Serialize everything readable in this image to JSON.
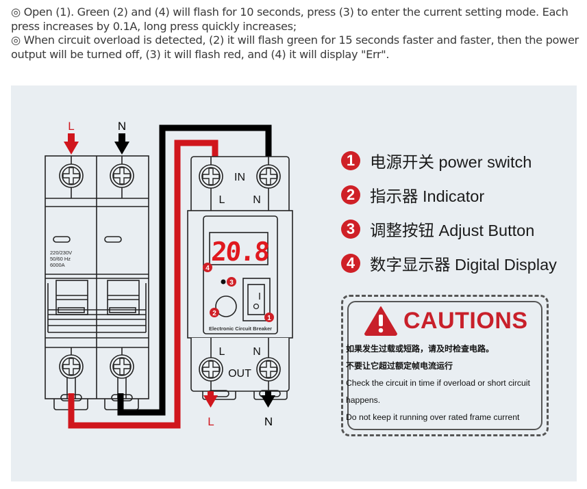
{
  "intro": {
    "paragraph_1": "◎ Open (1). Green (2) and (4) will flash for 10 seconds, press (3) to enter the current setting mode. Each press increases by 0.1A, long press quickly increases;",
    "paragraph_2": "◎ When circuit overload is detected, (2) it will flash green for 15 seconds faster and faster, then the power output will be turned off, (3) it will flash red, and (4) it will display \"Err\"."
  },
  "diagram": {
    "colors": {
      "live": "#d0161d",
      "neutral": "#000000",
      "panel_bg": "#e9eef2",
      "accent": "#cf2027"
    },
    "input_labels": {
      "live": "L",
      "neutral": "N"
    },
    "breaker_left": {
      "rating_line_1": "220/230V",
      "rating_line_2": "50/60 Hz",
      "rating_line_3": "6000A"
    },
    "breaker_right": {
      "in_label": "IN",
      "in_l": "L",
      "in_n": "N",
      "display_value": "20.8",
      "device_label": "Electronic Circuit Breaker",
      "switch_on_symbol": "I",
      "switch_off_symbol": "O",
      "out_label": "OUT",
      "out_l": "L",
      "out_n": "N",
      "callouts": {
        "switch": "1",
        "indicator": "2",
        "button": "3",
        "display": "4"
      }
    },
    "output_labels": {
      "live": "L",
      "neutral": "N"
    }
  },
  "legend": [
    {
      "number": "1",
      "label": "电源开关 power switch"
    },
    {
      "number": "2",
      "label": "指示器 Indicator"
    },
    {
      "number": "3",
      "label": "调整按钮 Adjust Button"
    },
    {
      "number": "4",
      "label": "数字显示器 Digital Display"
    }
  ],
  "caution": {
    "icon": "warning-triangle-icon",
    "title": "CAUTIONS",
    "lines": [
      "如果发生过载或短路，请及时检查电路。",
      "不要让它超过额定帧电流运行",
      "Check the circuit in time if overload or short circuit",
      "happens.",
      "Do not keep it running over rated frame current"
    ]
  }
}
